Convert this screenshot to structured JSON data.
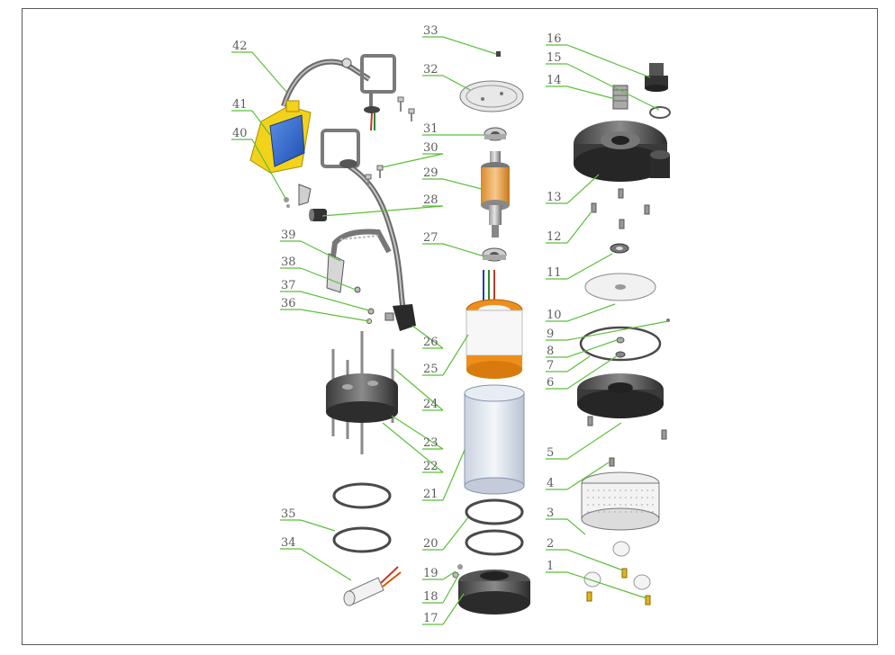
{
  "diagram": {
    "type": "exploded-parts-view",
    "callout_color": "#5bbf3a",
    "label_color": "#5c5c5c",
    "labels": [
      "1",
      "2",
      "3",
      "4",
      "5",
      "6",
      "7",
      "8",
      "9",
      "10",
      "11",
      "12",
      "13",
      "14",
      "15",
      "16",
      "17",
      "18",
      "19",
      "20",
      "21",
      "22",
      "23",
      "24",
      "25",
      "26",
      "27",
      "28",
      "29",
      "30",
      "31",
      "32",
      "33",
      "34",
      "35",
      "36",
      "37",
      "38",
      "39",
      "40",
      "41",
      "42"
    ]
  }
}
